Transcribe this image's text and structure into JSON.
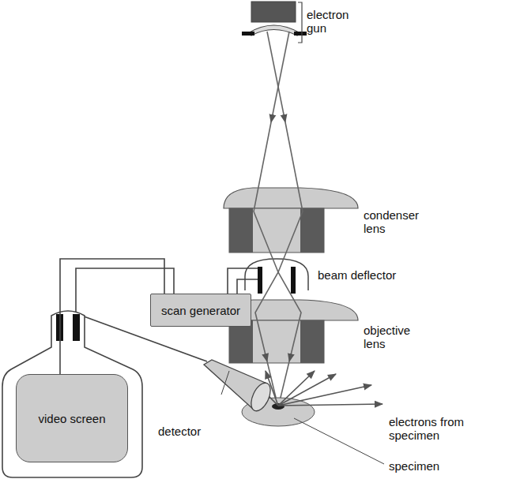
{
  "diagram": {
    "nodes": [
      {
        "text": [
          "scan generator"
        ]
      },
      {
        "text": [
          "video screen"
        ]
      }
    ],
    "edges": [
      {
        "from": 0,
        "to": 1,
        "arrow": "none"
      }
    ],
    "labels": [
      "electron gun",
      "condenser lens",
      "beam deflector",
      "objective lens",
      "detector",
      "electrons from specimen",
      "specimen"
    ]
  }
}
